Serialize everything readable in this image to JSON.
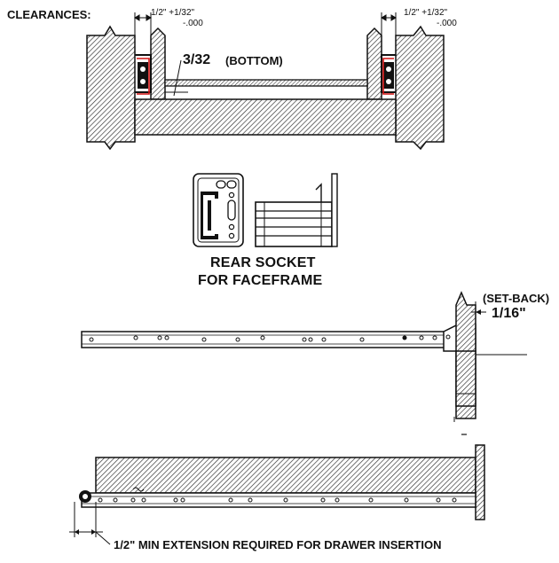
{
  "labels": {
    "clearances": "CLEARANCES:",
    "tol_left_a": "1/2\" +1/32\"",
    "tol_left_b": "-.000",
    "tol_right_a": "1/2\" +1/32\"",
    "tol_right_b": "-.000",
    "bottom_gap": "3/32",
    "bottom_word": "(BOTTOM)",
    "rear_socket_1": "REAR SOCKET",
    "rear_socket_2": "FOR FACEFRAME",
    "setback_label": "(SET-BACK)",
    "setback_value": "1/16\"",
    "extension_note": "1/2\" MIN EXTENSION REQUIRED FOR DRAWER INSERTION"
  },
  "colors": {
    "ink": "#111111",
    "hatch": "#333333",
    "accent_red": "#d01010",
    "paper": "#ffffff"
  }
}
